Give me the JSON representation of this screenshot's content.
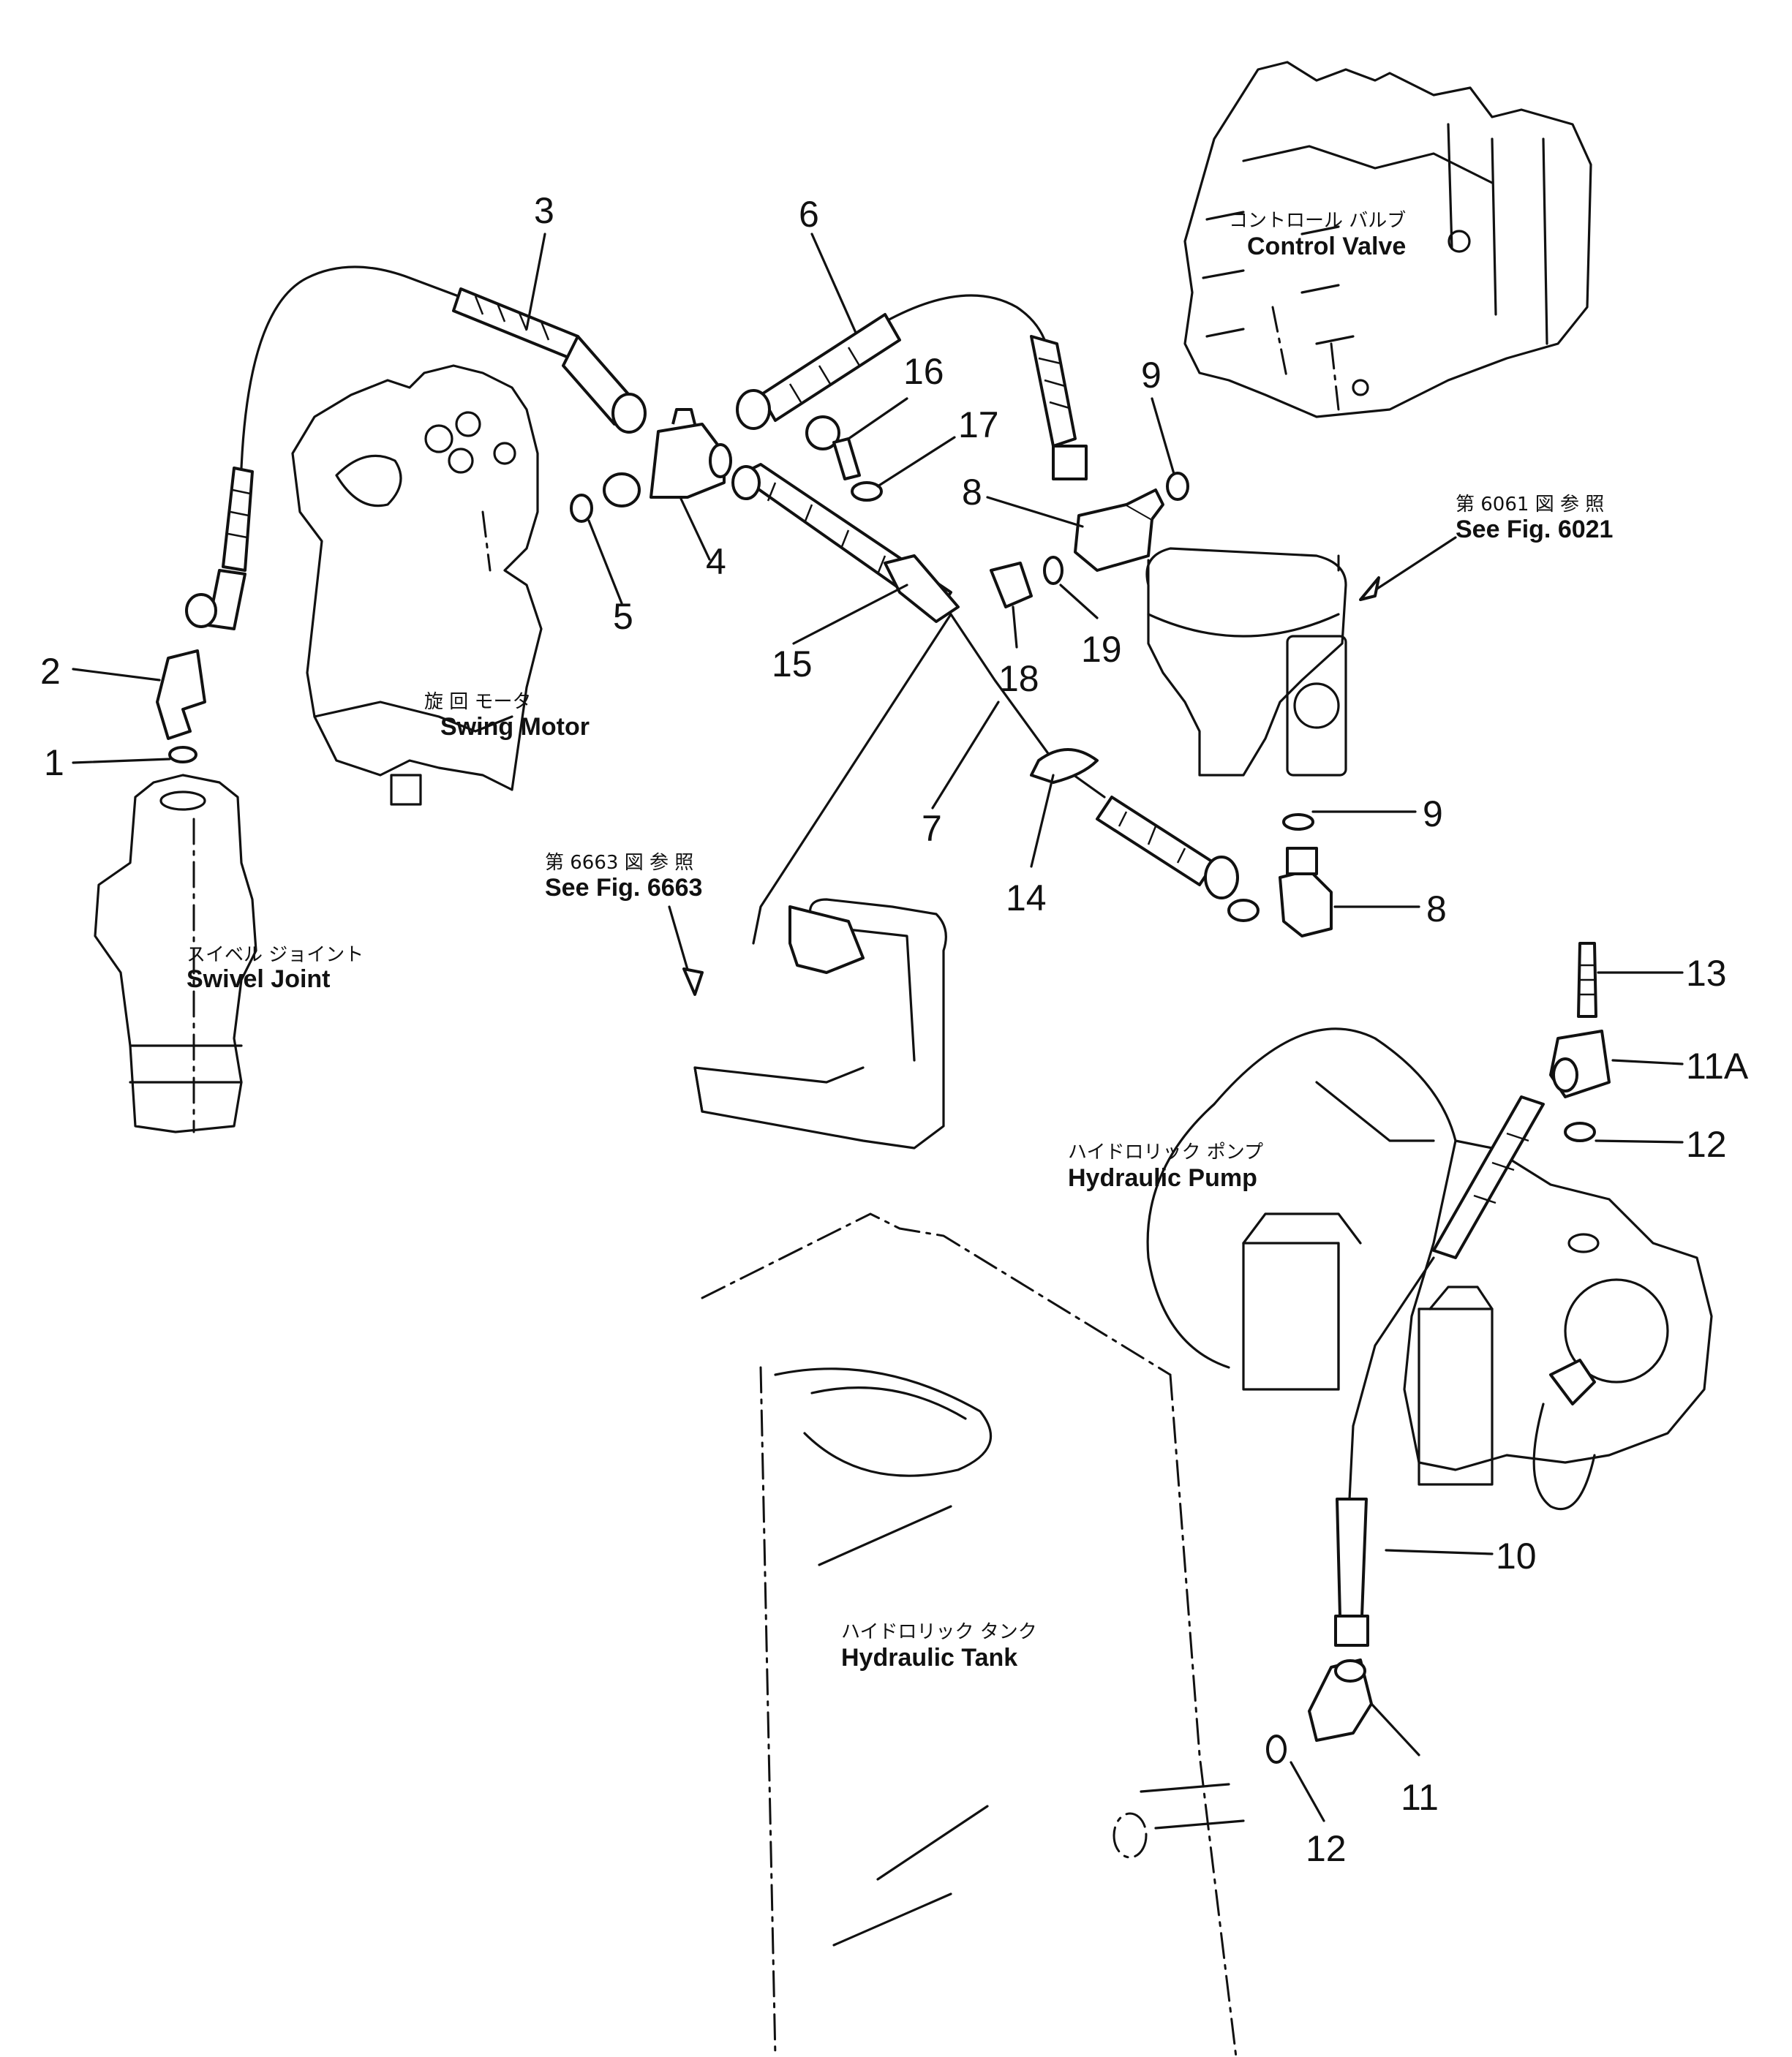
{
  "callouts": {
    "c1": "1",
    "c2": "2",
    "c3": "3",
    "c4": "4",
    "c5": "5",
    "c6": "6",
    "c7": "7",
    "c8a": "8",
    "c8b": "8",
    "c9a": "9",
    "c9b": "9",
    "c10": "10",
    "c11": "11",
    "c11a": "11A",
    "c12a": "12",
    "c12b": "12",
    "c13": "13",
    "c14": "14",
    "c15": "15",
    "c16": "16",
    "c17": "17",
    "c18": "18",
    "c19": "19"
  },
  "components": {
    "control_valve": {
      "jp": "コントロール バルブ",
      "en": "Control Valve"
    },
    "swing_motor": {
      "jp": "旋 回 モータ",
      "en": "Swing Motor"
    },
    "swivel_joint": {
      "jp": "スイベル ジョイント",
      "en": "Swivel Joint"
    },
    "hydraulic_pump": {
      "jp": "ハイドロリック ポンプ",
      "en": "Hydraulic Pump"
    },
    "hydraulic_tank": {
      "jp": "ハイドロリック タンク",
      "en": "Hydraulic Tank"
    }
  },
  "references": {
    "ref_6021": {
      "jp": "第 6061 図 参 照",
      "en": "See Fig. 6021"
    },
    "ref_6663": {
      "jp": "第 6663 図 参 照",
      "en": "See Fig. 6663"
    }
  }
}
